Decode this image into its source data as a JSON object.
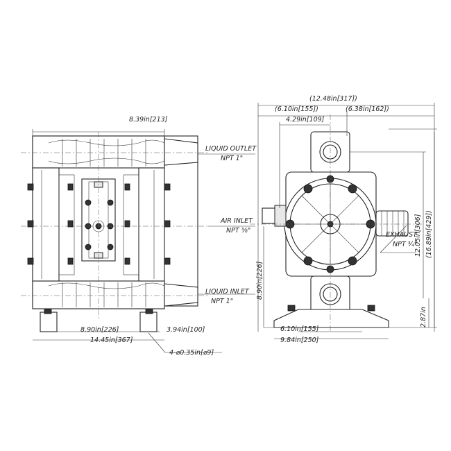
{
  "left_view": {
    "width_dim": "8.39in[213]",
    "liquid_outlet": "LIQUID OUTLET",
    "liquid_outlet_npt": "NPT  1\"",
    "air_inlet": "AIR INLET",
    "air_inlet_npt": "NPT ⅜\"",
    "liquid_inlet": "LIQUID INLET",
    "liquid_inlet_npt": "NPT  1\"",
    "base_dim_1": "8.90in[226]",
    "base_dim_2": "3.94in[100]",
    "base_dim_3": "14.45in[367]",
    "hole_note": "4-⌀0.35in[⌀9]"
  },
  "right_view": {
    "overall_width": "(12.48in[317])",
    "left_half": "(6.10in[155])",
    "right_half": "(6.38in[162])",
    "port_offset": "4.29in[109]",
    "height_1": "12.05in[306]",
    "height_total": "(16.89in[429])",
    "exhaust": "EXHAUST",
    "exhaust_npt": "NPT ¾\"",
    "inlet_height": "8.90in[226]",
    "base_height": "2.87in",
    "base_width_1": "6.10in[155]",
    "base_width_2": "9.84in[250]"
  }
}
